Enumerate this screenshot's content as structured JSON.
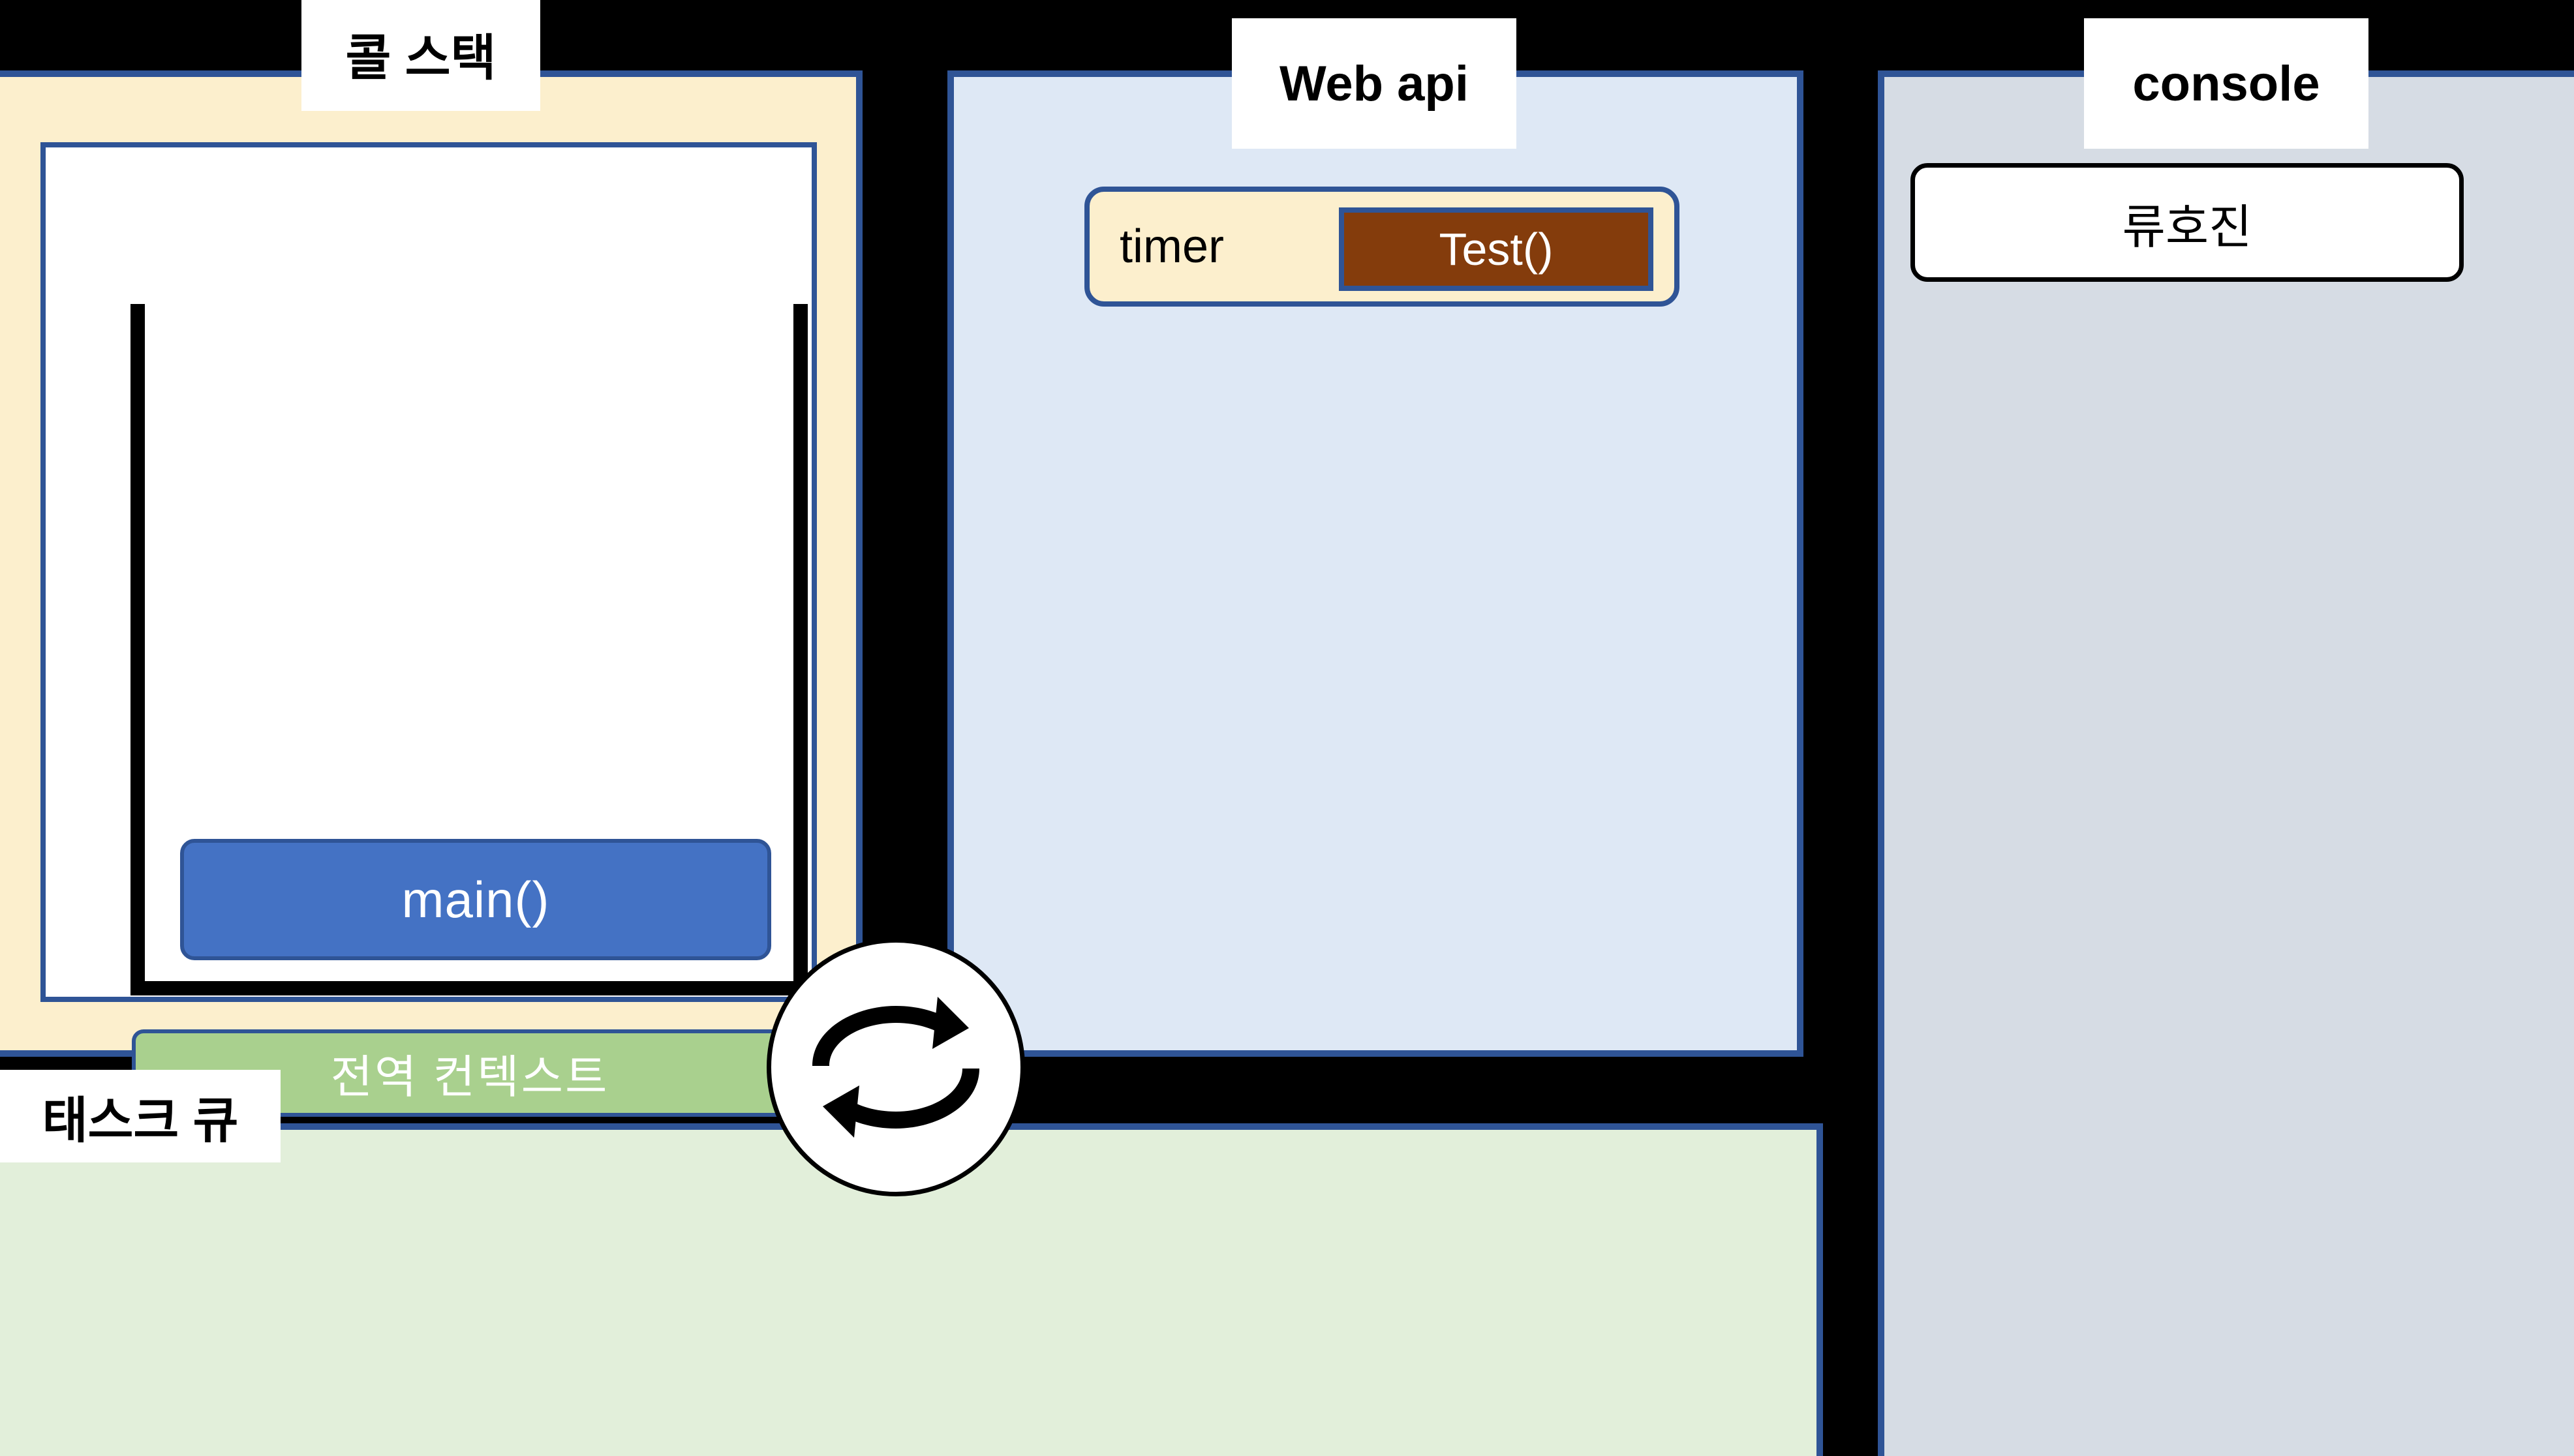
{
  "diagram": {
    "title": "JavaScript Event Loop Diagram",
    "background_color": "#000000",
    "accent_border_color": "#2F5496"
  },
  "call_stack": {
    "label": "콜 스택",
    "panel_color": "#FCEFCD",
    "frames": [
      {
        "name": "main-frame",
        "label": "main()",
        "color": "#4472C4",
        "text_color": "#FFFFFF"
      },
      {
        "name": "global-context",
        "label": "전역 컨텍스트",
        "color": "#A9D08E",
        "text_color": "#FFFFFF"
      }
    ]
  },
  "task_queue": {
    "label": "태스크 큐",
    "panel_color": "#E2EFDA",
    "items": []
  },
  "web_api": {
    "label": "Web api",
    "panel_color": "#DEE8F5",
    "entries": [
      {
        "name": "timer-entry",
        "label": "timer",
        "box_color": "#FCEFCD",
        "callback": {
          "label": "Test()",
          "color": "#843C0C",
          "text_color": "#FFFFFF"
        }
      }
    ]
  },
  "console": {
    "label": "console",
    "panel_color": "#D6DCE4",
    "entries": [
      {
        "name": "console-entry",
        "text": "류호진"
      }
    ]
  },
  "event_loop": {
    "icon": "circular-arrows-icon",
    "background": "#FFFFFF",
    "stroke": "#000000"
  }
}
